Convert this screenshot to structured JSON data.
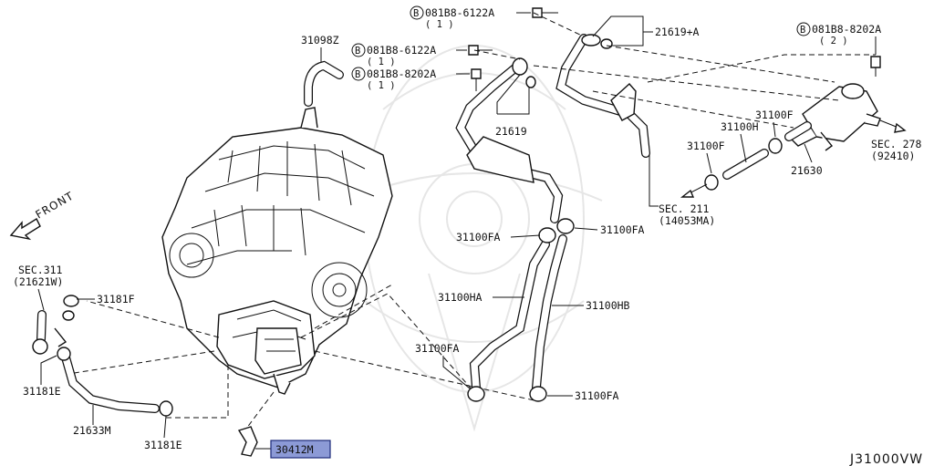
{
  "diagram": {
    "labels": {
      "bolt_a": "081B8-6122A",
      "bolt_a_qty": "( 1 )",
      "bolt_b": "081B8-6122A",
      "bolt_b_qty": "( 1 )",
      "bolt_c": "081B8-8202A",
      "bolt_c_qty": "( 1 )",
      "bolt_d": "081B8-8202A",
      "bolt_d_qty": "( 2 )",
      "b_mark": "B",
      "p21619a": "21619+A",
      "p31098z": "31098Z",
      "p21619": "21619",
      "p31100f_1": "31100F",
      "p31100h": "31100H",
      "p31100f_2": "31100F",
      "p21630": "21630",
      "sec278": "SEC. 278",
      "sec278_ref": "(92410)",
      "sec211": "SEC. 211",
      "sec211_ref": "(14053MA)",
      "front": "FRONT",
      "sec311": "SEC.311",
      "sec311_ref": "(21621W)",
      "p31181f": "31181F",
      "p31181e_1": "31181E",
      "p21633m": "21633M",
      "p31181e_2": "31181E",
      "p30412m": "30412M",
      "p31100fa_1": "31100FA",
      "p31100fa_2": "31100FA",
      "p31100ha": "31100HA",
      "p31100hb": "31100HB",
      "p31100fa_3": "31100FA",
      "p31100fa_4": "31100FA",
      "diagram_code": "J31000VW"
    },
    "highlight_color": "#8c9ad6"
  }
}
